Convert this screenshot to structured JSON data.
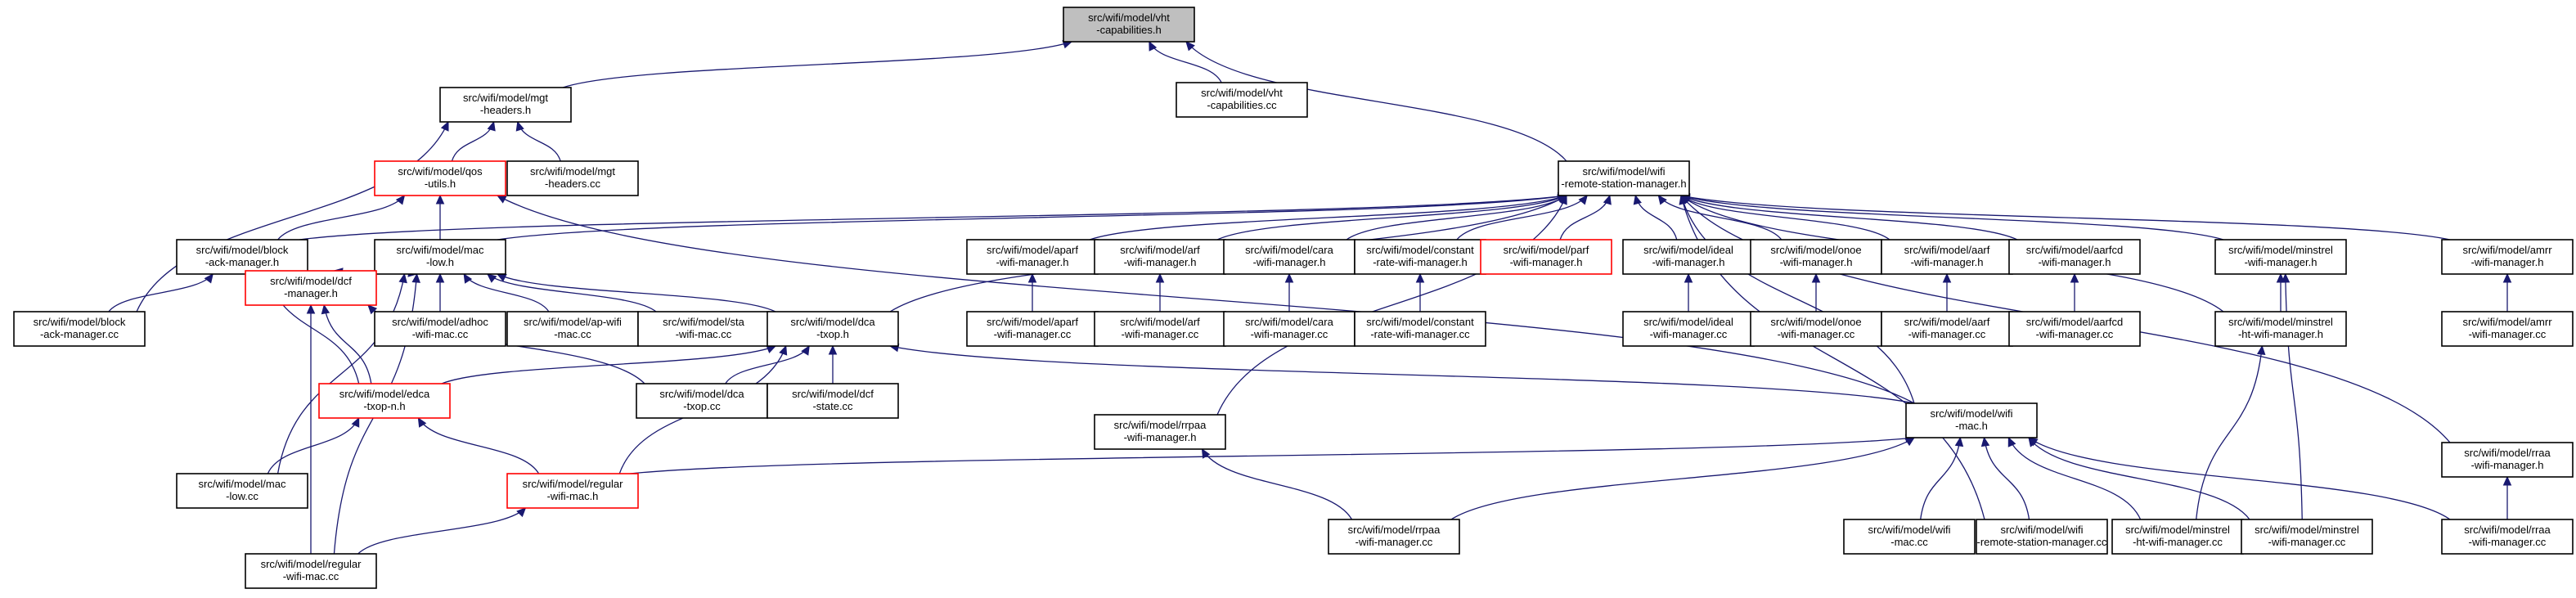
{
  "colors": {
    "edge": "#191970",
    "root_fill": "#bfbfbf",
    "node_fill": "#ffffff",
    "node_border": "#000000",
    "highlight_border": "#ff0000"
  },
  "nodes": [
    {
      "id": "vht_h",
      "lines": [
        "src/wifi/model/vht",
        "-capabilities.h"
      ],
      "style": "root"
    },
    {
      "id": "vht_cc",
      "lines": [
        "src/wifi/model/vht",
        "-capabilities.cc"
      ],
      "style": "normal"
    },
    {
      "id": "mgt_h",
      "lines": [
        "src/wifi/model/mgt",
        "-headers.h"
      ],
      "style": "normal"
    },
    {
      "id": "mgt_cc",
      "lines": [
        "src/wifi/model/mgt",
        "-headers.cc"
      ],
      "style": "normal"
    },
    {
      "id": "qos_h",
      "lines": [
        "src/wifi/model/qos",
        "-utils.h"
      ],
      "style": "highlight"
    },
    {
      "id": "rsm_h",
      "lines": [
        "src/wifi/model/wifi",
        "-remote-station-manager.h"
      ],
      "style": "normal"
    },
    {
      "id": "block_h",
      "lines": [
        "src/wifi/model/block",
        "-ack-manager.h"
      ],
      "style": "normal"
    },
    {
      "id": "block_cc",
      "lines": [
        "src/wifi/model/block",
        "-ack-manager.cc"
      ],
      "style": "normal"
    },
    {
      "id": "maclow_h",
      "lines": [
        "src/wifi/model/mac",
        "-low.h"
      ],
      "style": "normal"
    },
    {
      "id": "dcf_h",
      "lines": [
        "src/wifi/model/dcf",
        "-manager.h"
      ],
      "style": "highlight"
    },
    {
      "id": "adhoc_cc",
      "lines": [
        "src/wifi/model/adhoc",
        "-wifi-mac.cc"
      ],
      "style": "normal"
    },
    {
      "id": "apwifi_cc",
      "lines": [
        "src/wifi/model/ap-wifi",
        "-mac.cc"
      ],
      "style": "normal"
    },
    {
      "id": "sta_cc",
      "lines": [
        "src/wifi/model/sta",
        "-wifi-mac.cc"
      ],
      "style": "normal"
    },
    {
      "id": "dcatxop_h",
      "lines": [
        "src/wifi/model/dca",
        "-txop.h"
      ],
      "style": "normal"
    },
    {
      "id": "dcatxop_cc",
      "lines": [
        "src/wifi/model/dca",
        "-txop.cc"
      ],
      "style": "normal"
    },
    {
      "id": "dcfstate_cc",
      "lines": [
        "src/wifi/model/dcf",
        "-state.cc"
      ],
      "style": "normal"
    },
    {
      "id": "edca_h",
      "lines": [
        "src/wifi/model/edca",
        "-txop-n.h"
      ],
      "style": "highlight"
    },
    {
      "id": "maclow_cc",
      "lines": [
        "src/wifi/model/mac",
        "-low.cc"
      ],
      "style": "normal"
    },
    {
      "id": "regular_h",
      "lines": [
        "src/wifi/model/regular",
        "-wifi-mac.h"
      ],
      "style": "highlight"
    },
    {
      "id": "regular_cc",
      "lines": [
        "src/wifi/model/regular",
        "-wifi-mac.cc"
      ],
      "style": "normal"
    },
    {
      "id": "aparf_h",
      "lines": [
        "src/wifi/model/aparf",
        "-wifi-manager.h"
      ],
      "style": "normal"
    },
    {
      "id": "aparf_cc",
      "lines": [
        "src/wifi/model/aparf",
        "-wifi-manager.cc"
      ],
      "style": "normal"
    },
    {
      "id": "arf_h",
      "lines": [
        "src/wifi/model/arf",
        "-wifi-manager.h"
      ],
      "style": "normal"
    },
    {
      "id": "arf_cc",
      "lines": [
        "src/wifi/model/arf",
        "-wifi-manager.cc"
      ],
      "style": "normal"
    },
    {
      "id": "cara_h",
      "lines": [
        "src/wifi/model/cara",
        "-wifi-manager.h"
      ],
      "style": "normal"
    },
    {
      "id": "cara_cc",
      "lines": [
        "src/wifi/model/cara",
        "-wifi-manager.cc"
      ],
      "style": "normal"
    },
    {
      "id": "constant_h",
      "lines": [
        "src/wifi/model/constant",
        "-rate-wifi-manager.h"
      ],
      "style": "normal"
    },
    {
      "id": "constant_cc",
      "lines": [
        "src/wifi/model/constant",
        "-rate-wifi-manager.cc"
      ],
      "style": "normal"
    },
    {
      "id": "parf_h",
      "lines": [
        "src/wifi/model/parf",
        "-wifi-manager.h"
      ],
      "style": "highlight"
    },
    {
      "id": "ideal_h",
      "lines": [
        "src/wifi/model/ideal",
        "-wifi-manager.h"
      ],
      "style": "normal"
    },
    {
      "id": "ideal_cc",
      "lines": [
        "src/wifi/model/ideal",
        "-wifi-manager.cc"
      ],
      "style": "normal"
    },
    {
      "id": "onoe_h",
      "lines": [
        "src/wifi/model/onoe",
        "-wifi-manager.h"
      ],
      "style": "normal"
    },
    {
      "id": "onoe_cc",
      "lines": [
        "src/wifi/model/onoe",
        "-wifi-manager.cc"
      ],
      "style": "normal"
    },
    {
      "id": "aarf_h",
      "lines": [
        "src/wifi/model/aarf",
        "-wifi-manager.h"
      ],
      "style": "normal"
    },
    {
      "id": "aarf_cc",
      "lines": [
        "src/wifi/model/aarf",
        "-wifi-manager.cc"
      ],
      "style": "normal"
    },
    {
      "id": "aarfcd_h",
      "lines": [
        "src/wifi/model/aarfcd",
        "-wifi-manager.h"
      ],
      "style": "normal"
    },
    {
      "id": "aarfcd_cc",
      "lines": [
        "src/wifi/model/aarfcd",
        "-wifi-manager.cc"
      ],
      "style": "normal"
    },
    {
      "id": "minstrel_h",
      "lines": [
        "src/wifi/model/minstrel",
        "-wifi-manager.h"
      ],
      "style": "normal"
    },
    {
      "id": "minstrelht_h",
      "lines": [
        "src/wifi/model/minstrel",
        "-ht-wifi-manager.h"
      ],
      "style": "normal"
    },
    {
      "id": "amrr_h",
      "lines": [
        "src/wifi/model/amrr",
        "-wifi-manager.h"
      ],
      "style": "normal"
    },
    {
      "id": "amrr_cc",
      "lines": [
        "src/wifi/model/amrr",
        "-wifi-manager.cc"
      ],
      "style": "normal"
    },
    {
      "id": "rraa_h",
      "lines": [
        "src/wifi/model/rraa",
        "-wifi-manager.h"
      ],
      "style": "normal"
    },
    {
      "id": "rraa_cc",
      "lines": [
        "src/wifi/model/rraa",
        "-wifi-manager.cc"
      ],
      "style": "normal"
    },
    {
      "id": "rrpaa_h",
      "lines": [
        "src/wifi/model/rrpaa",
        "-wifi-manager.h"
      ],
      "style": "normal"
    },
    {
      "id": "rrpaa_cc",
      "lines": [
        "src/wifi/model/rrpaa",
        "-wifi-manager.cc"
      ],
      "style": "normal"
    },
    {
      "id": "wifimac_h",
      "lines": [
        "src/wifi/model/wifi",
        "-mac.h"
      ],
      "style": "normal"
    },
    {
      "id": "wifimac_cc",
      "lines": [
        "src/wifi/model/wifi",
        "-mac.cc"
      ],
      "style": "normal"
    },
    {
      "id": "rsm_cc",
      "lines": [
        "src/wifi/model/wifi",
        "-remote-station-manager.cc"
      ],
      "style": "normal"
    },
    {
      "id": "minstrelht_cc",
      "lines": [
        "src/wifi/model/minstrel",
        "-ht-wifi-manager.cc"
      ],
      "style": "normal"
    },
    {
      "id": "minstrel_cc",
      "lines": [
        "src/wifi/model/minstrel",
        "-wifi-manager.cc"
      ],
      "style": "normal"
    }
  ],
  "edges": [
    [
      "vht_h",
      "mgt_h"
    ],
    [
      "vht_h",
      "vht_cc"
    ],
    [
      "vht_h",
      "rsm_h"
    ],
    [
      "mgt_h",
      "block_cc"
    ],
    [
      "mgt_h",
      "qos_h"
    ],
    [
      "mgt_h",
      "mgt_cc"
    ],
    [
      "qos_h",
      "block_h"
    ],
    [
      "qos_h",
      "maclow_h"
    ],
    [
      "qos_h",
      "wifimac_h"
    ],
    [
      "rsm_h",
      "block_h"
    ],
    [
      "rsm_h",
      "maclow_h"
    ],
    [
      "rsm_h",
      "dcatxop_h"
    ],
    [
      "rsm_h",
      "rrpaa_h"
    ],
    [
      "rsm_h",
      "aparf_h"
    ],
    [
      "rsm_h",
      "arf_h"
    ],
    [
      "rsm_h",
      "cara_h"
    ],
    [
      "rsm_h",
      "constant_h"
    ],
    [
      "rsm_h",
      "parf_h"
    ],
    [
      "rsm_h",
      "ideal_h"
    ],
    [
      "rsm_h",
      "onoe_h"
    ],
    [
      "rsm_h",
      "aarf_h"
    ],
    [
      "rsm_h",
      "aarfcd_h"
    ],
    [
      "rsm_h",
      "minstrel_h"
    ],
    [
      "rsm_h",
      "minstrelht_h"
    ],
    [
      "rsm_h",
      "amrr_h"
    ],
    [
      "rsm_h",
      "rraa_h"
    ],
    [
      "rsm_h",
      "wifimac_h"
    ],
    [
      "rsm_h",
      "rsm_cc"
    ],
    [
      "block_h",
      "block_cc"
    ],
    [
      "block_h",
      "edca_h"
    ],
    [
      "maclow_h",
      "dcf_h"
    ],
    [
      "maclow_h",
      "adhoc_cc"
    ],
    [
      "maclow_h",
      "apwifi_cc"
    ],
    [
      "maclow_h",
      "sta_cc"
    ],
    [
      "maclow_h",
      "dcatxop_h"
    ],
    [
      "maclow_h",
      "maclow_cc"
    ],
    [
      "maclow_h",
      "regular_cc"
    ],
    [
      "dcf_h",
      "maclow_h"
    ],
    [
      "dcf_h",
      "edca_h"
    ],
    [
      "dcf_h",
      "dcatxop_cc"
    ],
    [
      "dcf_h",
      "regular_cc"
    ],
    [
      "dcatxop_h",
      "edca_h"
    ],
    [
      "dcatxop_h",
      "dcatxop_cc"
    ],
    [
      "dcatxop_h",
      "dcfstate_cc"
    ],
    [
      "dcatxop_h",
      "regular_h"
    ],
    [
      "dcatxop_h",
      "wifimac_h"
    ],
    [
      "edca_h",
      "maclow_cc"
    ],
    [
      "edca_h",
      "regular_h"
    ],
    [
      "regular_h",
      "regular_cc"
    ],
    [
      "aparf_h",
      "aparf_cc"
    ],
    [
      "arf_h",
      "arf_cc"
    ],
    [
      "cara_h",
      "cara_cc"
    ],
    [
      "constant_h",
      "constant_cc"
    ],
    [
      "ideal_h",
      "ideal_cc"
    ],
    [
      "onoe_h",
      "onoe_cc"
    ],
    [
      "aarf_h",
      "aarf_cc"
    ],
    [
      "aarfcd_h",
      "aarfcd_cc"
    ],
    [
      "minstrel_h",
      "minstrelht_h"
    ],
    [
      "minstrel_h",
      "minstrel_cc"
    ],
    [
      "minstrelht_h",
      "minstrelht_cc"
    ],
    [
      "amrr_h",
      "amrr_cc"
    ],
    [
      "rraa_h",
      "rraa_cc"
    ],
    [
      "rrpaa_h",
      "rrpaa_cc"
    ],
    [
      "wifimac_h",
      "regular_h"
    ],
    [
      "wifimac_h",
      "rrpaa_cc"
    ],
    [
      "wifimac_h",
      "wifimac_cc"
    ],
    [
      "wifimac_h",
      "rsm_cc"
    ],
    [
      "wifimac_h",
      "minstrelht_cc"
    ],
    [
      "wifimac_h",
      "minstrel_cc"
    ],
    [
      "wifimac_h",
      "rraa_cc"
    ]
  ]
}
